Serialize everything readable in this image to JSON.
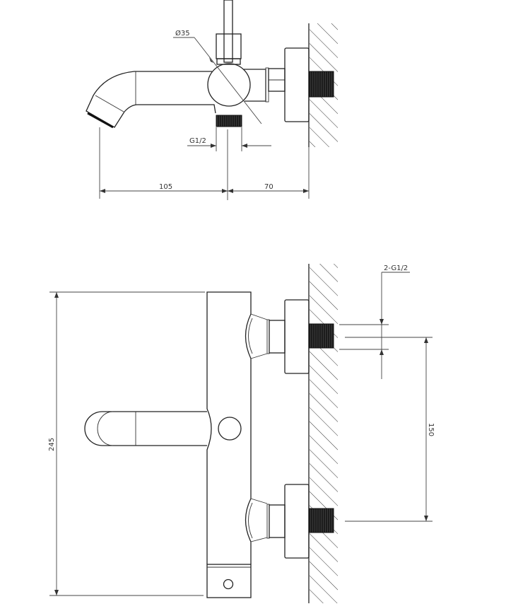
{
  "drawing": {
    "top_view": {
      "diameter_label": "Ø35",
      "outlet_thread_label": "G1/2",
      "spout_length_label": "105",
      "wall_offset_label": "70"
    },
    "front_view": {
      "height_label": "245",
      "inlet_thread_label": "2-G1/2",
      "inlet_spacing_label": "150"
    }
  }
}
